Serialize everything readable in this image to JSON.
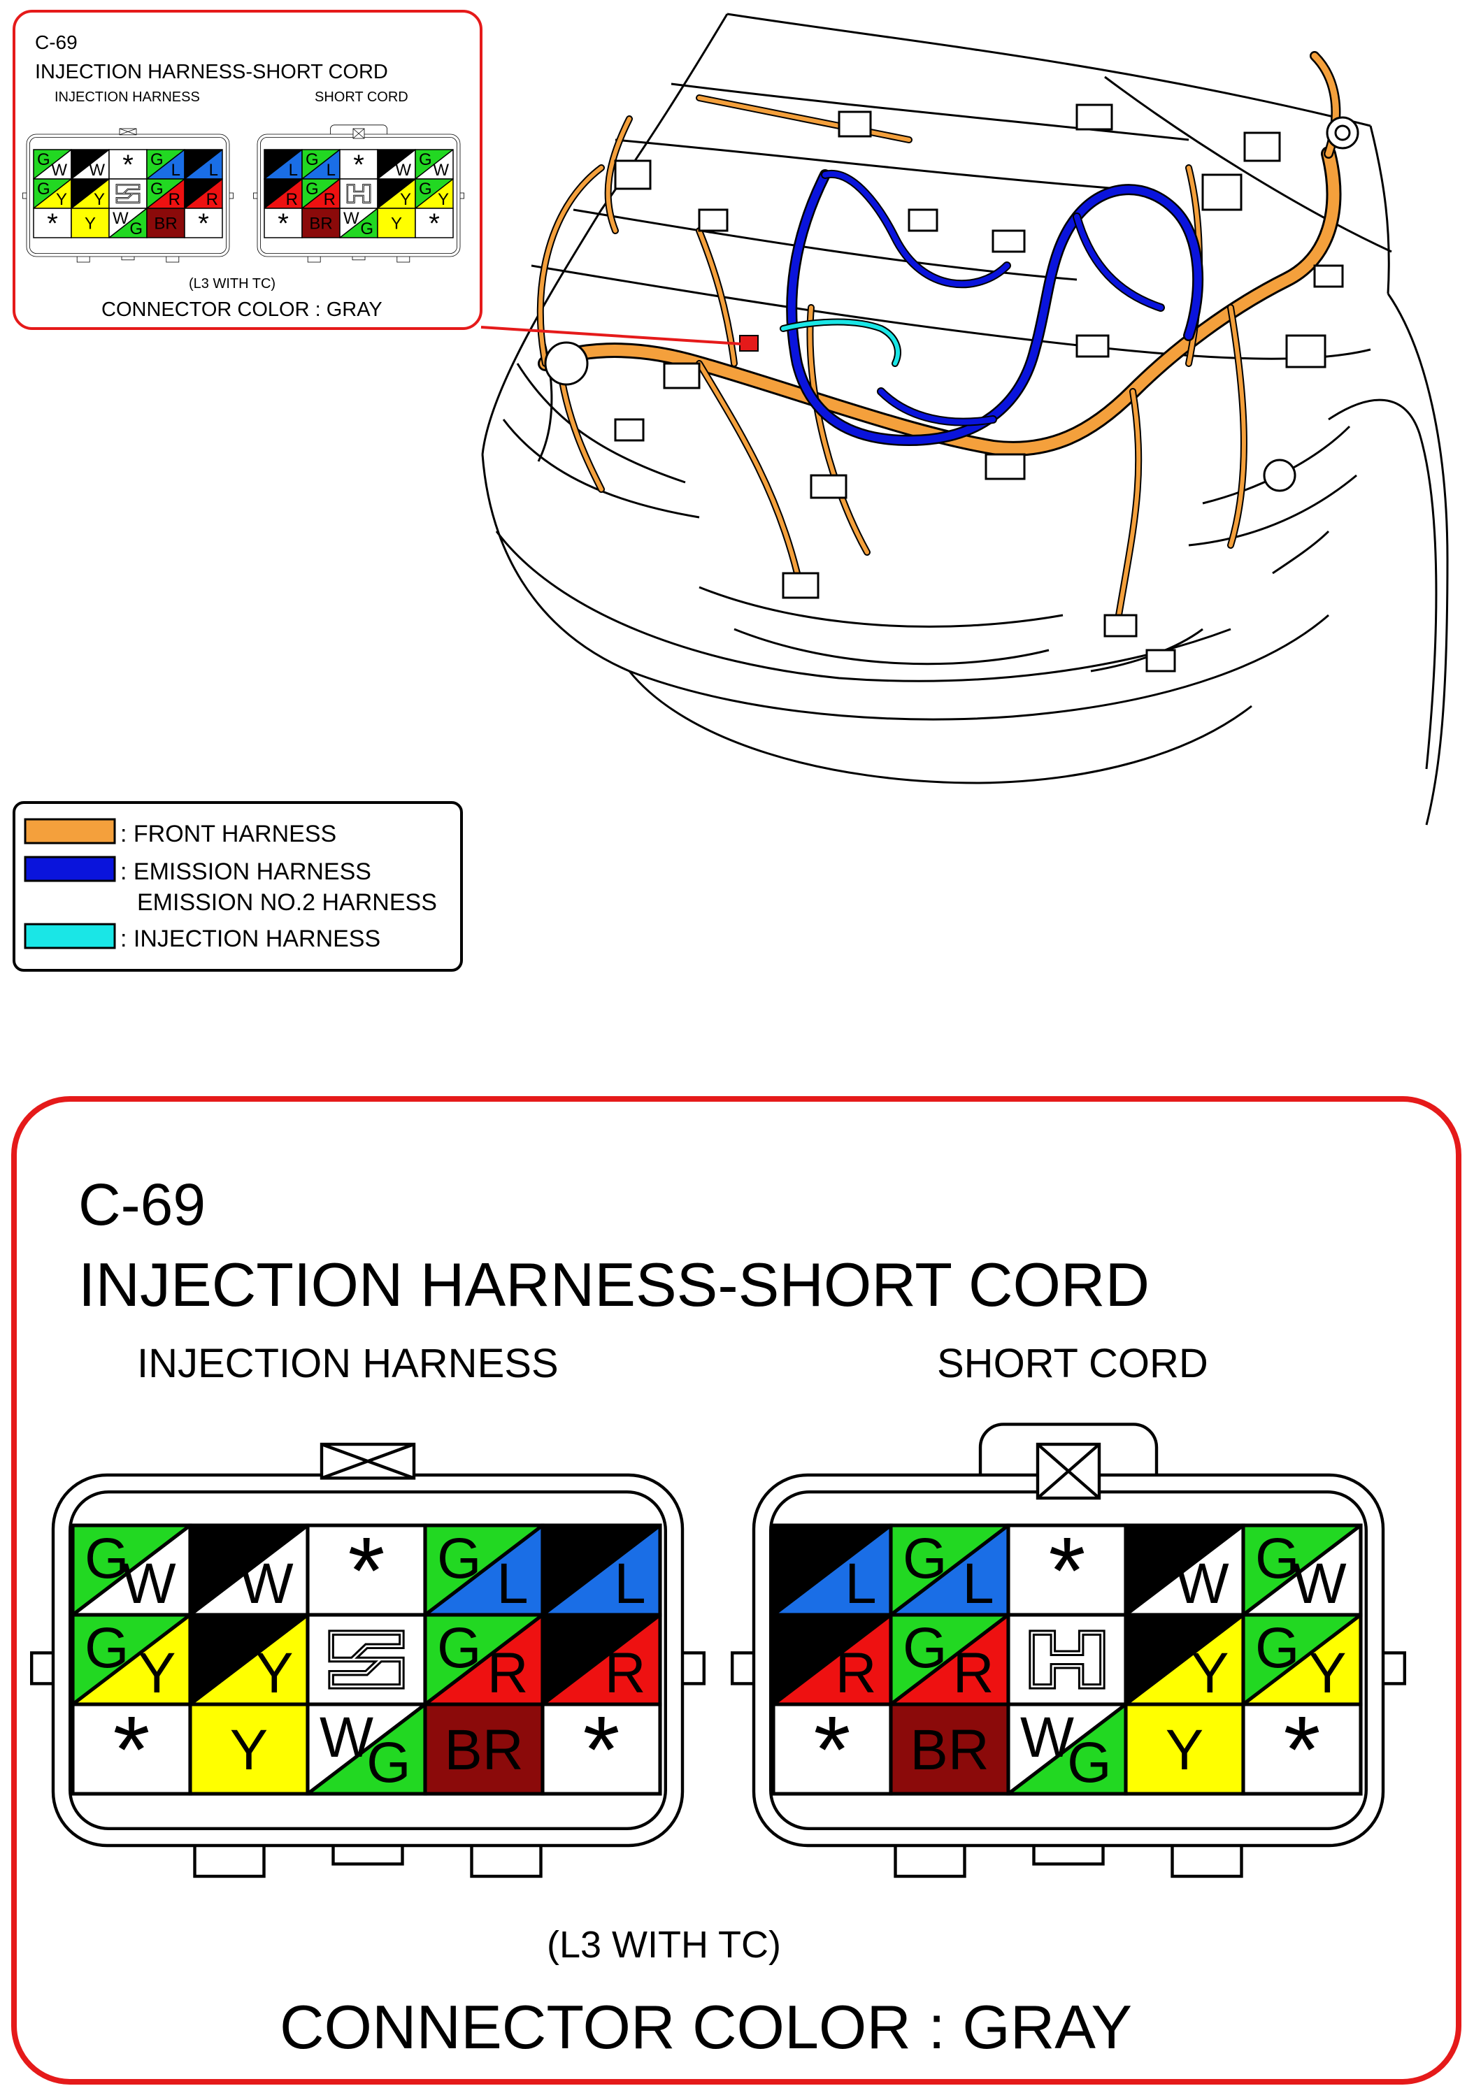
{
  "small_callout": {
    "code": "C-69",
    "title": "INJECTION HARNESS-SHORT CORD",
    "left_label": "INJECTION HARNESS",
    "right_label": "SHORT CORD",
    "note": "(L3 WITH TC)",
    "color_note": "CONNECTOR COLOR : GRAY"
  },
  "legend": {
    "items": [
      {
        "swatch": "#f4a03c",
        "lines": [
          ": FRONT HARNESS"
        ]
      },
      {
        "swatch": "#0a14dc",
        "lines": [
          ": EMISSION HARNESS",
          "EMISSION NO.2 HARNESS"
        ]
      },
      {
        "swatch": "#1ae6e6",
        "lines": [
          ": INJECTION HARNESS"
        ]
      }
    ]
  },
  "big_callout": {
    "code": "C-69",
    "title": "INJECTION HARNESS-SHORT CORD",
    "left_label": "INJECTION HARNESS",
    "right_label": "SHORT CORD",
    "note": "(L3 WITH TC)",
    "color_note": "CONNECTOR COLOR : GRAY"
  },
  "colors": {
    "G": "#22d822",
    "B": "#000000",
    "W": "#ffffff",
    "L": "#1a6ee6",
    "Y": "#ffff00",
    "R": "#ee1111",
    "BR": "#8b0a0a",
    "callout_border": "#e51a1a"
  },
  "injection_harness": {
    "rows": [
      [
        {
          "a": "G",
          "b": "W"
        },
        {
          "a": "B",
          "b": "W"
        },
        {
          "star": "*"
        },
        {
          "a": "G",
          "b": "L"
        },
        {
          "a": "B",
          "b": "L"
        }
      ],
      [
        {
          "a": "G",
          "b": "Y"
        },
        {
          "a": "B",
          "b": "Y"
        },
        {
          "key": "shape-a"
        },
        {
          "a": "G",
          "b": "R"
        },
        {
          "a": "B",
          "b": "R"
        }
      ],
      [
        {
          "star": "*"
        },
        {
          "solid": "Y"
        },
        {
          "a": "W",
          "b": "G"
        },
        {
          "solid": "BR"
        },
        {
          "star": "*"
        }
      ]
    ]
  },
  "short_cord": {
    "rows": [
      [
        {
          "a": "B",
          "b": "L"
        },
        {
          "a": "G",
          "b": "L"
        },
        {
          "star": "*"
        },
        {
          "a": "B",
          "b": "W"
        },
        {
          "a": "G",
          "b": "W"
        }
      ],
      [
        {
          "a": "B",
          "b": "R"
        },
        {
          "a": "G",
          "b": "R"
        },
        {
          "key": "shape-h"
        },
        {
          "a": "B",
          "b": "Y"
        },
        {
          "a": "G",
          "b": "Y"
        }
      ],
      [
        {
          "star": "*"
        },
        {
          "solid": "BR"
        },
        {
          "a": "W",
          "b": "G"
        },
        {
          "solid": "Y"
        },
        {
          "star": "*"
        }
      ]
    ]
  }
}
